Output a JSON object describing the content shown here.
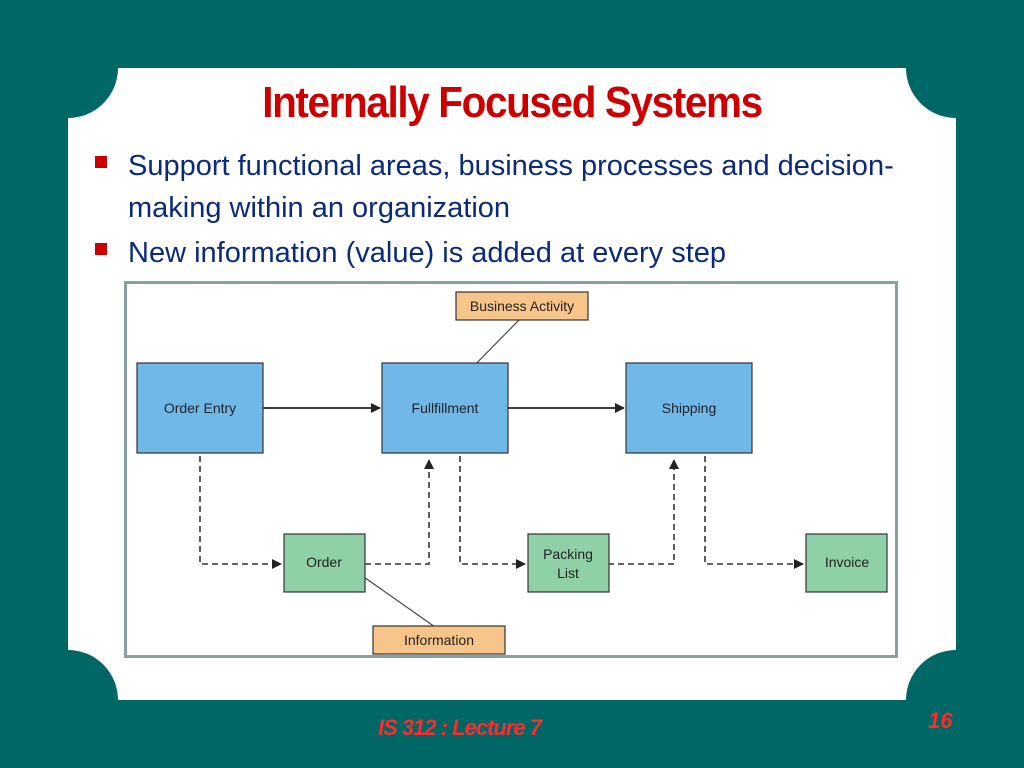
{
  "slide": {
    "title": "Internally Focused Systems",
    "bullets": [
      {
        "text": "Support functional areas, business processes and decision-making within an organization"
      },
      {
        "text": "New information (value) is added at every step"
      }
    ],
    "footer": "IS 312 : Lecture 7",
    "page_number": "16"
  },
  "diagram": {
    "activities": {
      "order_entry": "Order Entry",
      "fulfillment": "Fullfillment",
      "shipping": "Shipping"
    },
    "information": {
      "order": "Order",
      "packing_list_line1": "Packing",
      "packing_list_line2": "List",
      "invoice": "Invoice"
    },
    "callouts": {
      "business_activity": "Business Activity",
      "information": "Information"
    },
    "colors": {
      "activity_fill": "#6fb8e8",
      "information_fill": "#8fd0a6",
      "callout_fill": "#f7c48a",
      "background": "#006666",
      "accent": "#cc0000"
    }
  }
}
